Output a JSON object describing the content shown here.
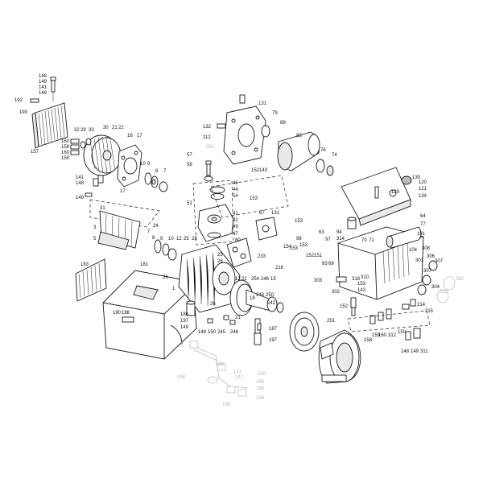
{
  "labels": [
    {
      "text": "148",
      "faded": false
    },
    {
      "text": "149",
      "faded": false
    },
    {
      "text": "141",
      "faded": false
    },
    {
      "text": "149",
      "faded": false
    },
    {
      "text": "192",
      "faded": false
    },
    {
      "text": "193",
      "faded": false
    },
    {
      "text": "157",
      "faded": false
    },
    {
      "text": "160",
      "faded": false
    },
    {
      "text": "158",
      "faded": false
    },
    {
      "text": "160",
      "faded": false
    },
    {
      "text": "159",
      "faded": false
    },
    {
      "text": "32",
      "faded": false
    },
    {
      "text": "29",
      "faded": false
    },
    {
      "text": "33",
      "faded": false
    },
    {
      "text": "30",
      "faded": false
    },
    {
      "text": "21",
      "faded": false
    },
    {
      "text": "22",
      "faded": false
    },
    {
      "text": "16",
      "faded": false
    },
    {
      "text": "17",
      "faded": false
    },
    {
      "text": "10",
      "faded": false
    },
    {
      "text": "9",
      "faded": false
    },
    {
      "text": "8",
      "faded": false
    },
    {
      "text": "7",
      "faded": false
    },
    {
      "text": "141",
      "faded": false
    },
    {
      "text": "148",
      "faded": false
    },
    {
      "text": "149",
      "faded": false
    },
    {
      "text": "17",
      "faded": false
    },
    {
      "text": "31",
      "faded": false
    },
    {
      "text": "24",
      "faded": false
    },
    {
      "text": "3",
      "faded": false
    },
    {
      "text": "5",
      "faded": false
    },
    {
      "text": "7",
      "faded": false
    },
    {
      "text": "8",
      "faded": false
    },
    {
      "text": "9",
      "faded": false
    },
    {
      "text": "10",
      "faded": false
    },
    {
      "text": "12",
      "faded": false
    },
    {
      "text": "25",
      "faded": false
    },
    {
      "text": "28",
      "faded": false
    },
    {
      "text": "183",
      "faded": false
    },
    {
      "text": "181",
      "faded": false
    },
    {
      "text": "26",
      "faded": false
    },
    {
      "text": "1",
      "faded": false
    },
    {
      "text": "190",
      "faded": false
    },
    {
      "text": "188",
      "faded": false
    },
    {
      "text": "186",
      "faded": false
    },
    {
      "text": "197",
      "faded": false
    },
    {
      "text": "149",
      "faded": false
    },
    {
      "text": "148",
      "faded": false
    },
    {
      "text": "150",
      "faded": false
    },
    {
      "text": "245",
      "faded": false
    },
    {
      "text": "246",
      "faded": false
    },
    {
      "text": "21",
      "faded": false
    },
    {
      "text": "26",
      "faded": false
    },
    {
      "text": "131",
      "faded": false
    },
    {
      "text": "79",
      "faded": false
    },
    {
      "text": "132",
      "faded": false
    },
    {
      "text": "89",
      "faded": false
    },
    {
      "text": "112",
      "faded": false
    },
    {
      "text": "83",
      "faded": false
    },
    {
      "text": "76",
      "faded": false
    },
    {
      "text": "74",
      "faded": false
    },
    {
      "text": "261",
      "faded": true
    },
    {
      "text": "57",
      "faded": false
    },
    {
      "text": "58",
      "faded": false
    },
    {
      "text": "152",
      "faded": false
    },
    {
      "text": "143",
      "faded": false
    },
    {
      "text": "46",
      "faded": false
    },
    {
      "text": "44",
      "faded": false
    },
    {
      "text": "54",
      "faded": false
    },
    {
      "text": "153",
      "faded": false
    },
    {
      "text": "52",
      "faded": false
    },
    {
      "text": "41",
      "faded": false
    },
    {
      "text": "42",
      "faded": false
    },
    {
      "text": "49",
      "faded": false
    },
    {
      "text": "47",
      "faded": false
    },
    {
      "text": "67",
      "faded": false
    },
    {
      "text": "131",
      "faded": false
    },
    {
      "text": "80",
      "faded": false
    },
    {
      "text": "25",
      "faded": false
    },
    {
      "text": "28",
      "faded": false
    },
    {
      "text": "233",
      "faded": false
    },
    {
      "text": "216",
      "faded": false
    },
    {
      "text": "130",
      "faded": false
    },
    {
      "text": "120",
      "faded": false
    },
    {
      "text": "129",
      "faded": false
    },
    {
      "text": "121",
      "faded": false
    },
    {
      "text": "134",
      "faded": false
    },
    {
      "text": "64",
      "faded": false
    },
    {
      "text": "77",
      "faded": false
    },
    {
      "text": "153",
      "faded": false
    },
    {
      "text": "63",
      "faded": false
    },
    {
      "text": "97",
      "faded": false
    },
    {
      "text": "94",
      "faded": false
    },
    {
      "text": "314",
      "faded": false
    },
    {
      "text": "70",
      "faded": false
    },
    {
      "text": "71",
      "faded": false
    },
    {
      "text": "101",
      "faded": false
    },
    {
      "text": "98",
      "faded": false
    },
    {
      "text": "153",
      "faded": false
    },
    {
      "text": "154",
      "faded": false
    },
    {
      "text": "153",
      "faded": false
    },
    {
      "text": "152",
      "faded": false
    },
    {
      "text": "151",
      "faded": false
    },
    {
      "text": "93",
      "faded": false
    },
    {
      "text": "69",
      "faded": false
    },
    {
      "text": "104",
      "faded": false
    },
    {
      "text": "308",
      "faded": false
    },
    {
      "text": "301",
      "faded": false
    },
    {
      "text": "306",
      "faded": false
    },
    {
      "text": "307",
      "faded": false
    },
    {
      "text": "282",
      "faded": true
    },
    {
      "text": "307",
      "faded": false
    },
    {
      "text": "304",
      "faded": false
    },
    {
      "text": "283",
      "faded": true
    },
    {
      "text": "303",
      "faded": false
    },
    {
      "text": "302",
      "faded": false
    },
    {
      "text": "318",
      "faded": false
    },
    {
      "text": "310",
      "faded": false
    },
    {
      "text": "153",
      "faded": false
    },
    {
      "text": "143",
      "faded": false
    },
    {
      "text": "152",
      "faded": false
    },
    {
      "text": "214",
      "faded": false
    },
    {
      "text": "215",
      "faded": false
    },
    {
      "text": "12",
      "faded": false
    },
    {
      "text": "22",
      "faded": false
    },
    {
      "text": "254",
      "faded": false
    },
    {
      "text": "246",
      "faded": false
    },
    {
      "text": "15",
      "faded": false
    },
    {
      "text": "18",
      "faded": false
    },
    {
      "text": "248",
      "faded": false
    },
    {
      "text": "250",
      "faded": false
    },
    {
      "text": "242",
      "faded": false
    },
    {
      "text": "187",
      "faded": false
    },
    {
      "text": "197",
      "faded": false
    },
    {
      "text": "251",
      "faded": false
    },
    {
      "text": "158",
      "faded": false
    },
    {
      "text": "159",
      "faded": false
    },
    {
      "text": "160",
      "faded": false
    },
    {
      "text": "312",
      "faded": false
    },
    {
      "text": "150",
      "faded": false
    },
    {
      "text": "148",
      "faded": false
    },
    {
      "text": "149",
      "faded": false
    },
    {
      "text": "311",
      "faded": false
    },
    {
      "text": "194",
      "faded": true
    },
    {
      "text": "160",
      "faded": true
    },
    {
      "text": "147",
      "faded": true
    },
    {
      "text": "141",
      "faded": true
    },
    {
      "text": "160",
      "faded": true
    },
    {
      "text": "195",
      "faded": true
    },
    {
      "text": "196",
      "faded": true
    },
    {
      "text": "194",
      "faded": true
    },
    {
      "text": "198",
      "faded": true
    }
  ]
}
